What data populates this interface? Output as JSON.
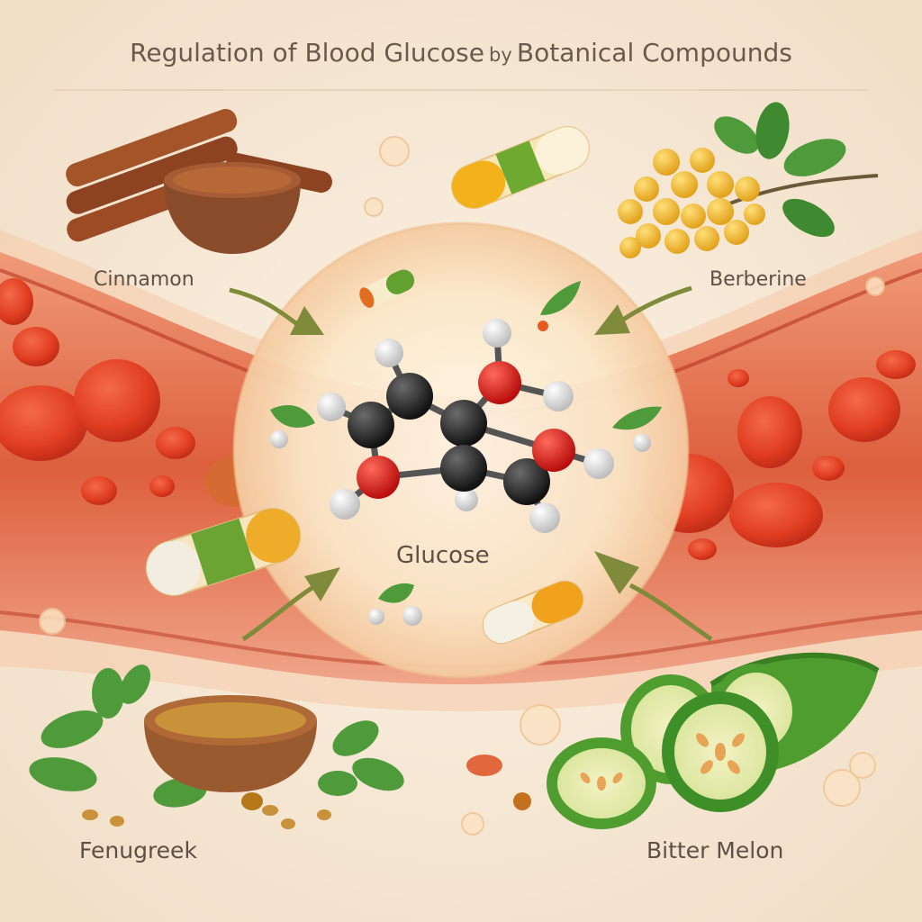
{
  "title": {
    "main": "Regulation of Blood Glucose",
    "connector": "by",
    "end": "Botanical Compounds"
  },
  "labels": {
    "cinnamon": "Cinnamon",
    "berberine": "Berberine",
    "glucose": "Glucose",
    "fenugreek": "Fenugreek",
    "bitter_melon": "Bitter Melon"
  },
  "colors": {
    "background": "#f6ead9",
    "vessel": "#d9583a",
    "blood_cell": "#e2452b",
    "arrow": "#7f8a3a",
    "leaf": "#4f9a3a",
    "carbon_atom": "#1f1f1f",
    "oxygen_atom": "#d11a1a",
    "hydrogen_atom": "#e6e6e6"
  }
}
